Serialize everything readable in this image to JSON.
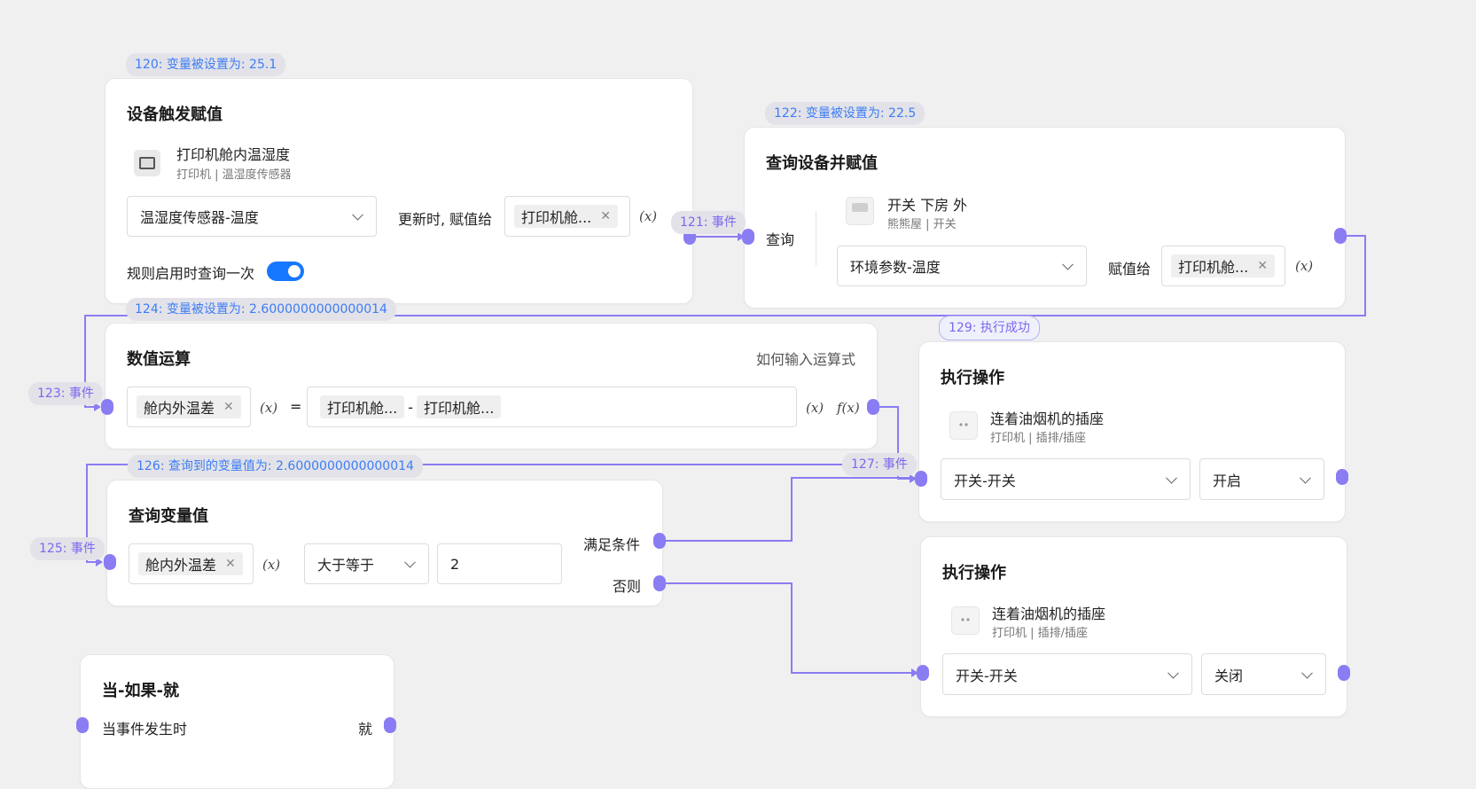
{
  "badges": {
    "b120": "120: 变量被设置为: 25.1",
    "b122": "122: 变量被设置为: 22.5",
    "b121": "121: 事件",
    "b124": "124: 变量被设置为: 2.6000000000000014",
    "b129": "129: 执行成功",
    "b123": "123: 事件",
    "b126": "126: 查询到的变量值为: 2.6000000000000014",
    "b127": "127: 事件",
    "b125": "125: 事件"
  },
  "card1": {
    "title": "设备触发赋值",
    "device_name": "打印机舱内温湿度",
    "device_sub": "打印机 | 温湿度传感器",
    "property": "温湿度传感器-温度",
    "assign_label": "更新时, 赋值给",
    "var_tag": "打印机舱...",
    "fx": "(x)",
    "toggle_label": "规则启用时查询一次",
    "toggle_on": true
  },
  "card2": {
    "title": "查询设备并赋值",
    "query_label": "查询",
    "device_name": "开关 下房 外",
    "device_sub": "熊熊屋 | 开关",
    "property": "环境参数-温度",
    "assign_label": "赋值给",
    "var_tag": "打印机舱...",
    "fx": "(x)"
  },
  "card3": {
    "title": "数值运算",
    "help": "如何输入运算式",
    "var_tag": "舱内外温差",
    "fx": "(x)",
    "eq": "=",
    "expr_a": "打印机舱...",
    "op": "-",
    "expr_b": "打印机舱...",
    "fx2": "(x)",
    "fx3": "f(x)"
  },
  "card4": {
    "title": "执行操作",
    "device_name": "连着油烟机的插座",
    "device_sub": "打印机 | 插排/插座",
    "property": "开关-开关",
    "value": "开启"
  },
  "card5": {
    "title": "查询变量值",
    "var_tag": "舱内外温差",
    "fx": "(x)",
    "compare": "大于等于",
    "value": "2",
    "yes_label": "满足条件",
    "no_label": "否则"
  },
  "card6": {
    "title": "执行操作",
    "device_name": "连着油烟机的插座",
    "device_sub": "打印机 | 插排/插座",
    "property": "开关-开关",
    "value": "关闭"
  },
  "card7": {
    "title": "当-如果-就",
    "when_label": "当事件发生时",
    "then_label": "就"
  },
  "colors": {
    "wire": "#8a7cf2",
    "badge_text": "#3d7df5",
    "toggle": "#1677ff"
  }
}
